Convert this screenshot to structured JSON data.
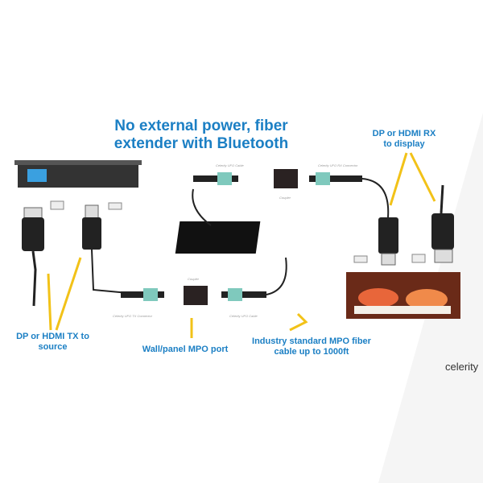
{
  "title": "No external power, fiber extender with Bluetooth",
  "labels": {
    "rx": "DP or HDMI RX to display",
    "tx": "DP or HDMI TX to source",
    "wall_port": "Wall/panel MPO port",
    "cable": "Industry standard MPO fiber cable up to 1000ft"
  },
  "small_labels": {
    "top_cable": "Celerity UFO Cable",
    "rx_connector": "Celerity UFO RX Connector",
    "top_coupler": "Coupler",
    "bottom_coupler": "Coupler",
    "tx_connector": "Celerity UFO TX Connector",
    "bottom_cable": "Celerity UFO Cable"
  },
  "brand": "celerity",
  "colors": {
    "accent": "#1b7fc4",
    "arrow": "#f2c218",
    "mpo": "#7fc9bd"
  }
}
